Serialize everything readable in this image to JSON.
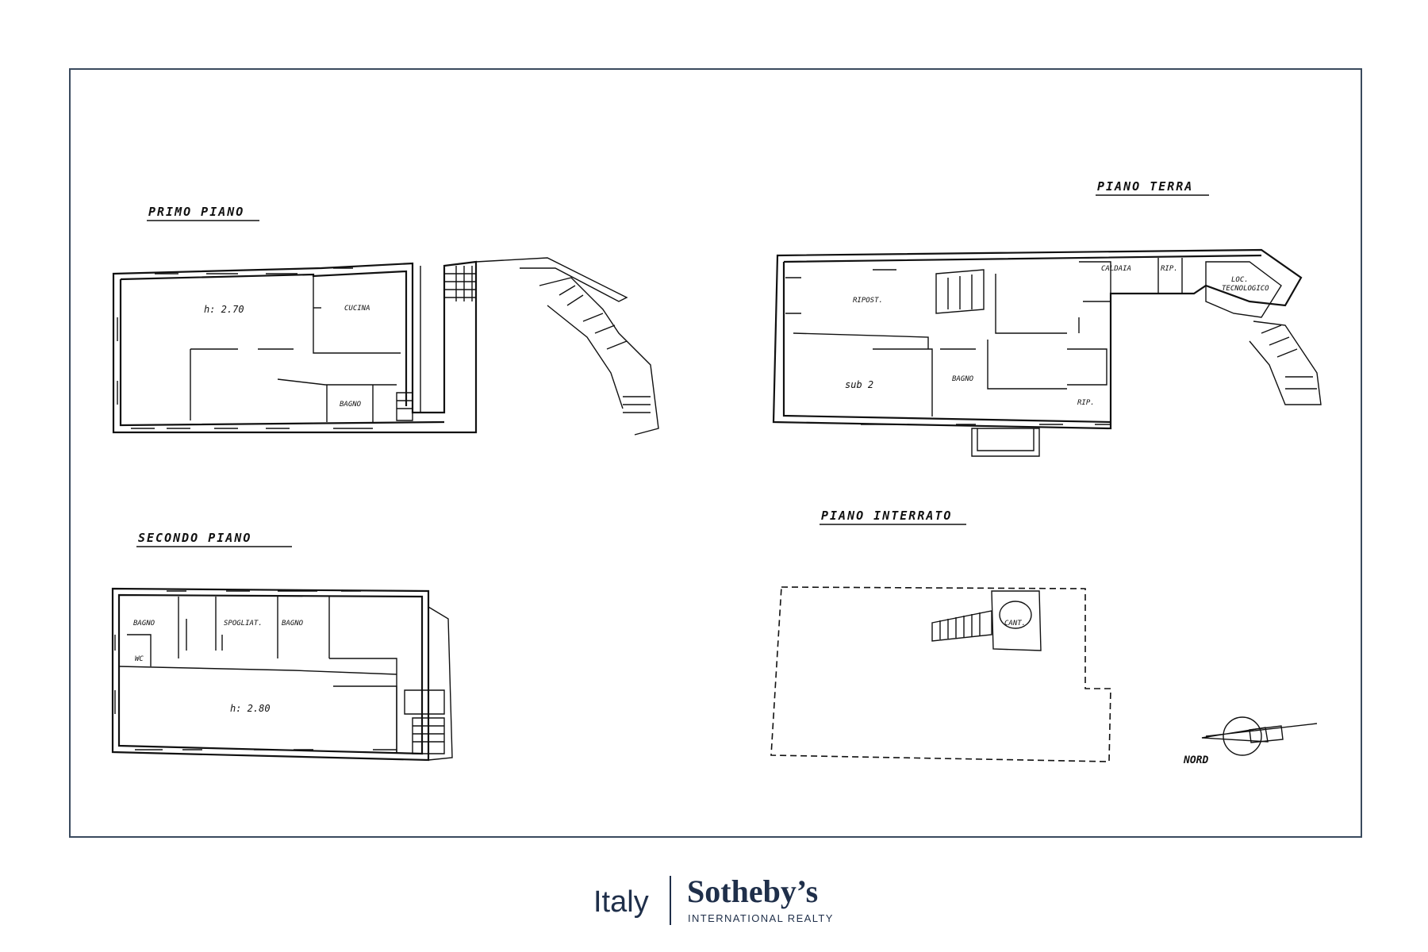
{
  "plans": {
    "primo_piano": {
      "title": "PRIMO PIANO",
      "rooms": {
        "height": "h: 2.70",
        "cucina": "CUCINA",
        "bagno": "BAGNO"
      }
    },
    "secondo_piano": {
      "title": "SECONDO PIANO",
      "rooms": {
        "bagno1": "BAGNO",
        "spogliatoio": "SPOGLIAT.",
        "bagno2": "BAGNO",
        "wc": "WC",
        "height": "h: 2.80"
      }
    },
    "piano_terra": {
      "title": "PIANO TERRA",
      "rooms": {
        "ripost": "RIPOST.",
        "sub2": "sub 2",
        "bagno": "BAGNO",
        "caldaia": "CALDAIA",
        "rip1": "RIP.",
        "rip2": "RIP.",
        "loc1": "LOC.",
        "loc2": "TECNOLOGICO"
      }
    },
    "piano_interrato": {
      "title": "PIANO INTERRATO",
      "rooms": {
        "cant": "CANT."
      }
    },
    "north_label": "NORD"
  },
  "logo": {
    "region": "Italy",
    "brand": "Sotheby’s",
    "subtitle": "INTERNATIONAL REALTY"
  },
  "colors": {
    "frame": "#3a4a5e",
    "brand": "#1f2f4a",
    "ink": "#111111"
  }
}
